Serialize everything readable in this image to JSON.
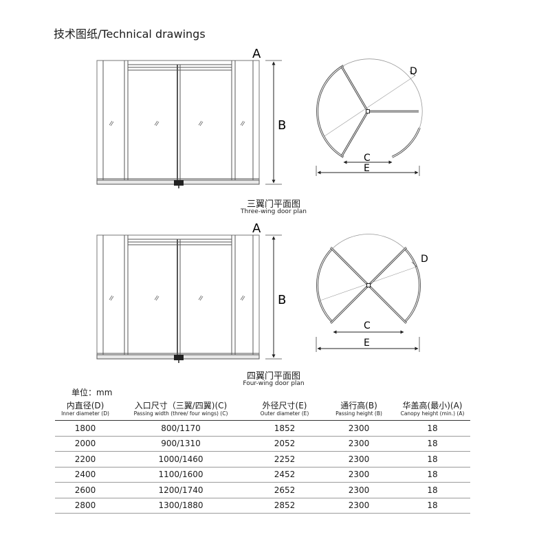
{
  "header": {
    "title": "技术图纸/Technical drawings"
  },
  "dimension_labels": {
    "a": "A",
    "b": "B",
    "c": "C",
    "d": "D",
    "e": "E"
  },
  "icons": {
    "glass_mark": "glass-reflection-icon",
    "door_pivot": "pivot-hub-icon"
  },
  "drawings": {
    "three_wing": {
      "caption_cn": "三翼门平面图",
      "caption_en": "Three-wing door plan"
    },
    "four_wing": {
      "caption_cn": "四翼门平面图",
      "caption_en": "Four-wing door plan"
    }
  },
  "table": {
    "unit_label": "单位：mm",
    "headers": [
      {
        "cn": "内直径(D)",
        "en": "Inner diameter (D)"
      },
      {
        "cn": "入口尺寸（三翼/四翼)(C)",
        "en": "Passing width (three/ four wings) (C)"
      },
      {
        "cn": "外径尺寸(E)",
        "en": "Outer diameter (E)"
      },
      {
        "cn": "通行高(B)",
        "en": "Passing height (B)"
      },
      {
        "cn": "华盖高(最小)(A)",
        "en": "Canopy height (min.) (A)"
      }
    ],
    "rows": [
      [
        "1800",
        "800/1170",
        "1852",
        "2300",
        "18"
      ],
      [
        "2000",
        "900/1310",
        "2052",
        "2300",
        "18"
      ],
      [
        "2200",
        "1000/1460",
        "2252",
        "2300",
        "18"
      ],
      [
        "2400",
        "1100/1600",
        "2452",
        "2300",
        "18"
      ],
      [
        "2600",
        "1200/1740",
        "2652",
        "2300",
        "18"
      ],
      [
        "2800",
        "1300/1880",
        "2852",
        "2300",
        "18"
      ]
    ]
  }
}
